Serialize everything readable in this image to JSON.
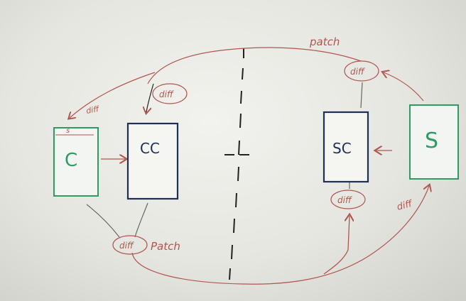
{
  "diagram": {
    "boxes": {
      "client": {
        "label": "C",
        "top_mark": "s",
        "color": "#2f9a62"
      },
      "client_copy": {
        "label": "CC",
        "color": "#1f2f55"
      },
      "server_copy": {
        "label": "SC",
        "color": "#1f2f55"
      },
      "server": {
        "label": "S",
        "color": "#2f9a62"
      }
    },
    "labels": {
      "patch_top": "patch",
      "diff_top_right": "diff",
      "diff_top_left": "diff",
      "diff_arrow_left": "diff",
      "diff_bottom_left": "diff",
      "patch_bottom_left": "Patch",
      "diff_bottom_right": "diff",
      "diff_right": "diff"
    },
    "colors": {
      "ink_red": "#b0564e",
      "ink_dark": "#222222",
      "ink_gray": "#666666"
    }
  }
}
